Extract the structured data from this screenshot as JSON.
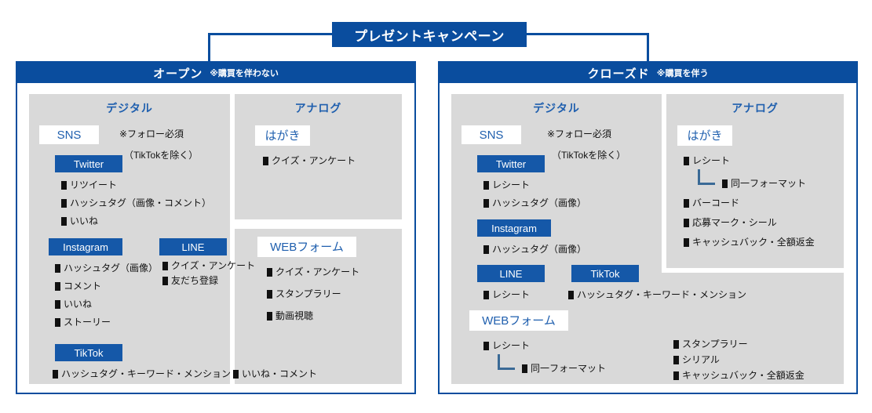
{
  "title": "プレゼントキャンペーン",
  "panels": [
    {
      "id": "open",
      "header_main": "オープン",
      "header_sub": "※購買を伴わない",
      "groups": [
        {
          "id": "open-digital",
          "title": "デジタル",
          "chips": [
            {
              "id": "sns",
              "label": "SNS",
              "style": "white"
            },
            {
              "id": "twitter",
              "label": "Twitter",
              "style": "blue"
            },
            {
              "id": "instagram",
              "label": "Instagram",
              "style": "blue"
            },
            {
              "id": "line",
              "label": "LINE",
              "style": "blue"
            },
            {
              "id": "webform",
              "label": "WEBフォーム",
              "style": "white"
            },
            {
              "id": "tiktok",
              "label": "TikTok",
              "style": "blue"
            }
          ],
          "notes": [
            "※フォロー必須",
            "（TikTokを除く）"
          ],
          "items": [
            "リツイート",
            "ハッシュタグ（画像・コメント）",
            "いいね",
            "ハッシュタグ（画像）",
            "コメント",
            "いいね",
            "ストーリー",
            "クイズ・アンケート",
            "友だち登録",
            "クイズ・アンケート",
            "スタンプラリー",
            "動画視聴",
            "ハッシュタグ・キーワード・メンション",
            "いいね・コメント"
          ]
        },
        {
          "id": "open-analog",
          "title": "アナログ",
          "chips": [
            {
              "id": "hagaki",
              "label": "はがき",
              "style": "white"
            }
          ],
          "notes": [],
          "items": [
            "クイズ・アンケート"
          ]
        }
      ]
    },
    {
      "id": "closed",
      "header_main": "クローズド",
      "header_sub": "※購買を伴う",
      "groups": [
        {
          "id": "closed-digital",
          "title": "デジタル",
          "chips": [
            {
              "id": "sns",
              "label": "SNS",
              "style": "white"
            },
            {
              "id": "twitter",
              "label": "Twitter",
              "style": "blue"
            },
            {
              "id": "instagram",
              "label": "Instagram",
              "style": "blue"
            },
            {
              "id": "line",
              "label": "LINE",
              "style": "blue"
            },
            {
              "id": "tiktok",
              "label": "TikTok",
              "style": "blue"
            },
            {
              "id": "webform",
              "label": "WEBフォーム",
              "style": "white"
            }
          ],
          "notes": [
            "※フォロー必須",
            "（TikTokを除く）"
          ],
          "items": [
            "レシート",
            "ハッシュタグ（画像）",
            "ハッシュタグ（画像）",
            "レシート",
            "ハッシュタグ・キーワード・メンション",
            "レシート",
            "同一フォーマット",
            "スタンプラリー",
            "シリアル",
            "キャッシュバック・全額返金"
          ]
        },
        {
          "id": "closed-analog",
          "title": "アナログ",
          "chips": [
            {
              "id": "hagaki",
              "label": "はがき",
              "style": "white"
            }
          ],
          "notes": [],
          "items": [
            "レシート",
            "同一フォーマット",
            "バーコード",
            "応募マーク・シール",
            "キャッシュバック・全額返金"
          ]
        }
      ]
    }
  ],
  "colors": {
    "brand_blue": "#0a4d9e",
    "chip_blue": "#1558a8",
    "group_gray": "#d9d9d9",
    "title_blue": "#1f5fae",
    "elbow": "#3a6a96"
  }
}
